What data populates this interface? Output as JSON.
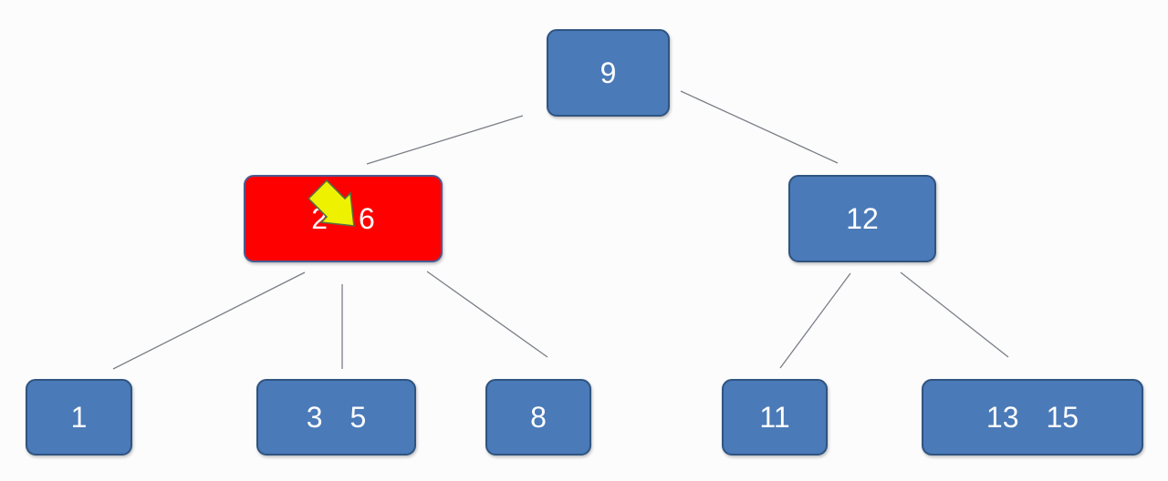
{
  "colors": {
    "node_fill": "#4a7ab8",
    "node_border": "#2f5480",
    "highlight_fill": "#ff0000",
    "highlight_border": "#4a5a92",
    "edge": "#7a7f86",
    "arrow_fill": "#eef200",
    "arrow_border": "#5a6a40"
  },
  "nodes": {
    "root": {
      "keys": [
        "9"
      ]
    },
    "left": {
      "keys": [
        "2",
        "6"
      ],
      "highlighted": true
    },
    "right": {
      "keys": [
        "12"
      ]
    },
    "leaf1": {
      "keys": [
        "1"
      ]
    },
    "leaf2": {
      "keys": [
        "3",
        "5"
      ]
    },
    "leaf3": {
      "keys": [
        "8"
      ]
    },
    "leaf4": {
      "keys": [
        "11"
      ]
    },
    "leaf5": {
      "keys": [
        "13",
        "15"
      ]
    }
  },
  "edges": [
    [
      "root",
      "left"
    ],
    [
      "root",
      "right"
    ],
    [
      "left",
      "leaf1"
    ],
    [
      "left",
      "leaf2"
    ],
    [
      "left",
      "leaf3"
    ],
    [
      "right",
      "leaf4"
    ],
    [
      "right",
      "leaf5"
    ]
  ],
  "annotation": {
    "icon": "arrow-icon",
    "direction": "down-right"
  }
}
